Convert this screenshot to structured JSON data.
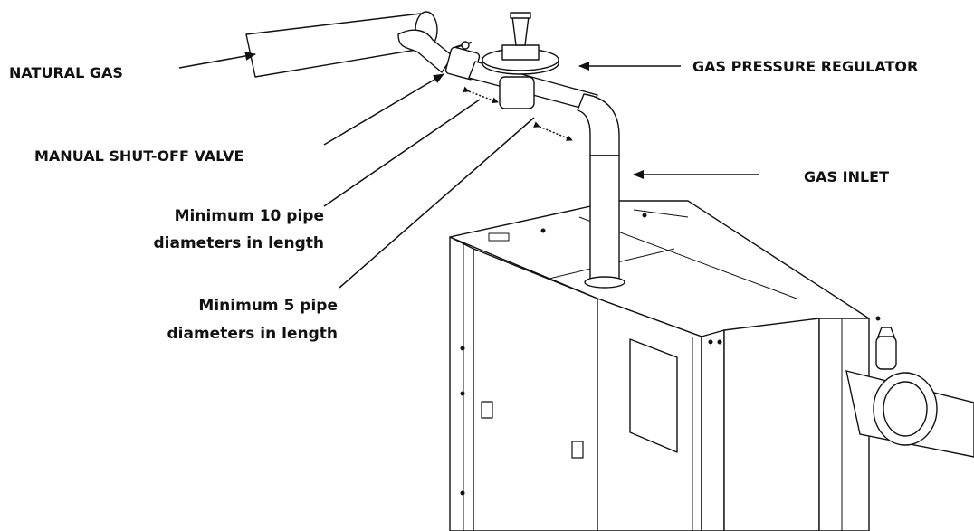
{
  "labels": {
    "natural_gas": "NATURAL GAS",
    "gas_pressure_regulator": "GAS PRESSURE REGULATOR",
    "manual_shutoff_valve": "MANUAL SHUT-OFF VALVE",
    "gas_inlet": "GAS INLET",
    "min10_line1": "Minimum 10 pipe",
    "min10_line2": "diameters in length",
    "min5_line1": "Minimum 5 pipe",
    "min5_line2": "diameters in length"
  },
  "colors": {
    "line": "#111111",
    "fill": "#ffffff",
    "background": "#ffffff"
  }
}
